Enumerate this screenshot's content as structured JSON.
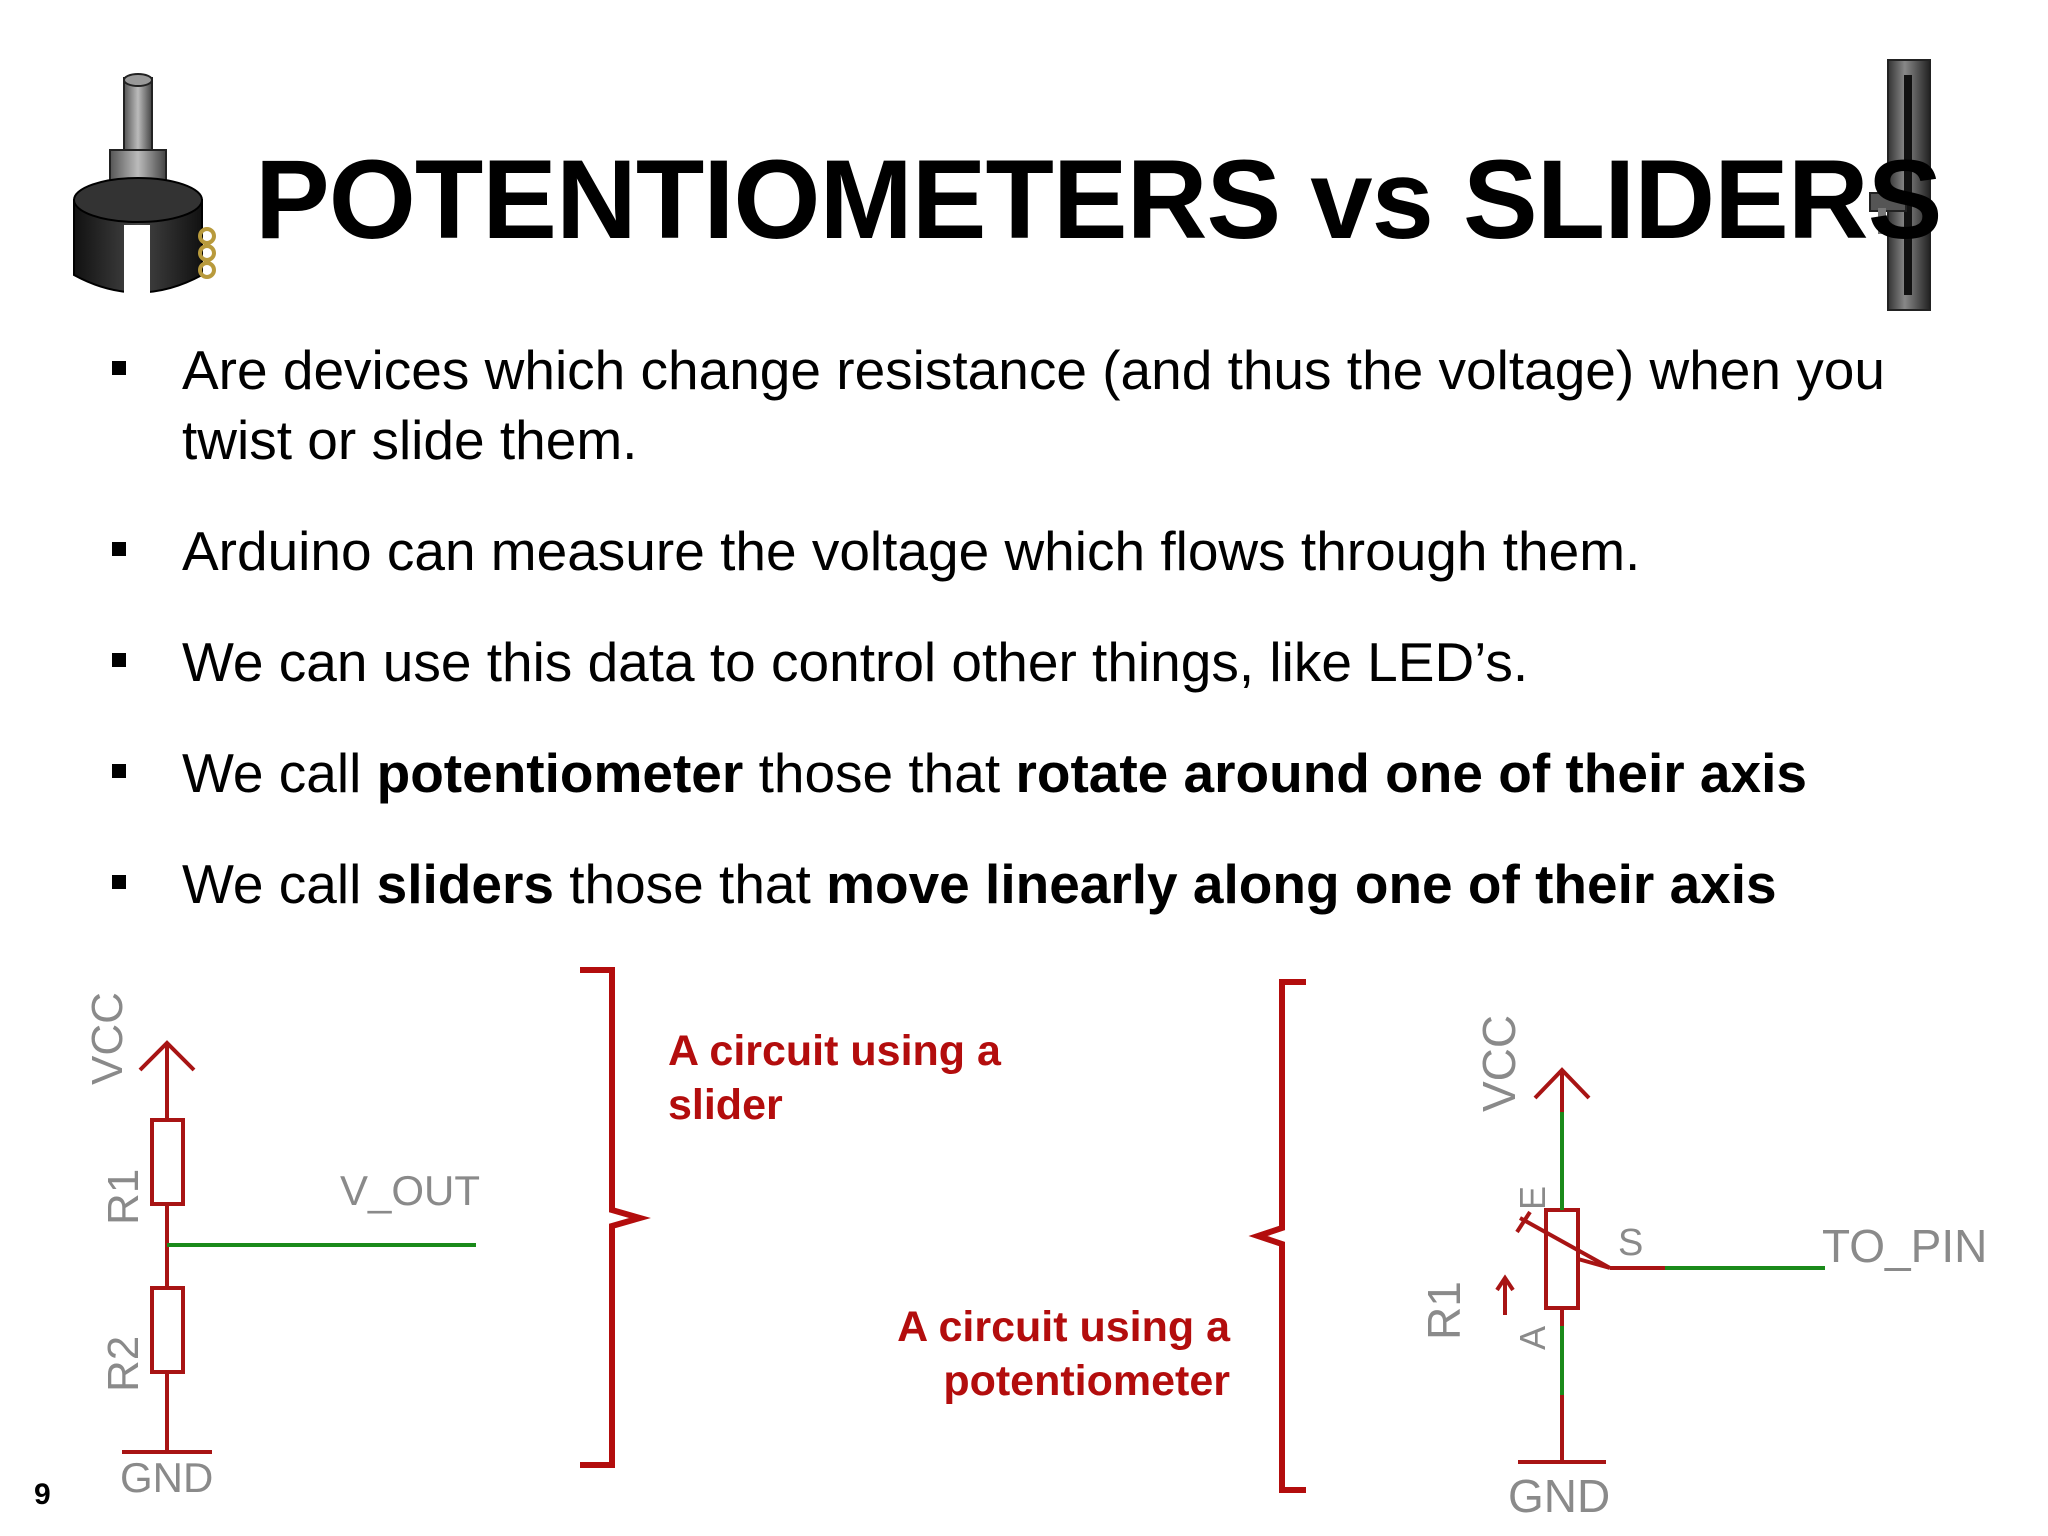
{
  "title": "POTENTIOMETERS vs SLIDERS",
  "bullets": [
    {
      "text": "Are devices which change resistance (and thus the voltage) when you twist or slide them."
    },
    {
      "text": "Arduino can measure the voltage which flows through them."
    },
    {
      "text": "We can use this data to control other things, like LED’s."
    },
    {
      "p1": "We call ",
      "b1": "potentiometer",
      "p2": " those that ",
      "b2": "rotate around one of their axis"
    },
    {
      "p1": "We call ",
      "b1": "sliders",
      "p2": " those that ",
      "b2": "move linearly along one of their axis"
    }
  ],
  "captions": {
    "slider": "A circuit using a slider",
    "potentiometer": "A circuit using a potentiometer"
  },
  "left_circuit": {
    "vcc": "VCC",
    "r1": "R1",
    "r2": "R2",
    "vout": "V_OUT",
    "gnd": "GND"
  },
  "right_circuit": {
    "vcc": "VCC",
    "e": "E",
    "s": "S",
    "r1": "R1",
    "a": "A",
    "to_pin": "TO_PIN",
    "gnd": "GND"
  },
  "slide_number": "9",
  "colors": {
    "wire_red": "#a81414",
    "wire_green": "#1a8a1a",
    "label_gray": "#8a8a8a",
    "caption_red": "#b30d0d"
  },
  "icons": [
    "rotary-potentiometer-icon",
    "slide-potentiometer-icon"
  ]
}
